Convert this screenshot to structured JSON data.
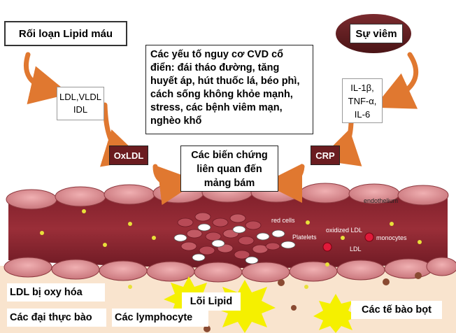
{
  "boxes": {
    "lipid_disorder": "Rối loạn Lipid máu",
    "inflammation": "Sự viêm",
    "cvd_risk": "Các yếu tố nguy cơ CVD cổ điển: đái tháo đường, tăng huyết áp, hút thuốc lá, béo phì, cách sống không khỏe mạnh, stress, các bệnh viêm mạn, nghèo khổ",
    "ldl_vldl": [
      "LDL,VLDL",
      "IDL"
    ],
    "cytokines": [
      "IL-1β,",
      "TNF-α,",
      "IL-6"
    ],
    "oxldl": "OxLDL",
    "crp": "CRP",
    "plaque_complications": "Các biến chứng liên quan đến mảng bám"
  },
  "vessel_labels": {
    "endothelium": "endothelium",
    "red_cells": "red cells",
    "platelets": "Platelets",
    "oxidized_ldl": "oxidized LDL",
    "monocytes": "monocytes",
    "ldl": "LDL"
  },
  "bottom_labels": {
    "oxidized_ldl_vi": "LDL bị oxy hóa",
    "lipid_core": "Lõi Lipid",
    "macrophages": "Các đại thực bào",
    "lymphocytes": "Các lymphocyte",
    "foam_cells": "Các tế bào bọt"
  },
  "colors": {
    "vessel_wall": "#8B2632",
    "vessel_dark": "#6E1A24",
    "endothelial_cell": "#D98A8E",
    "arrow": "#E07830",
    "dark_box": "#6B1C20",
    "tissue": "#F9E4CE",
    "burst": "#F5F000"
  }
}
